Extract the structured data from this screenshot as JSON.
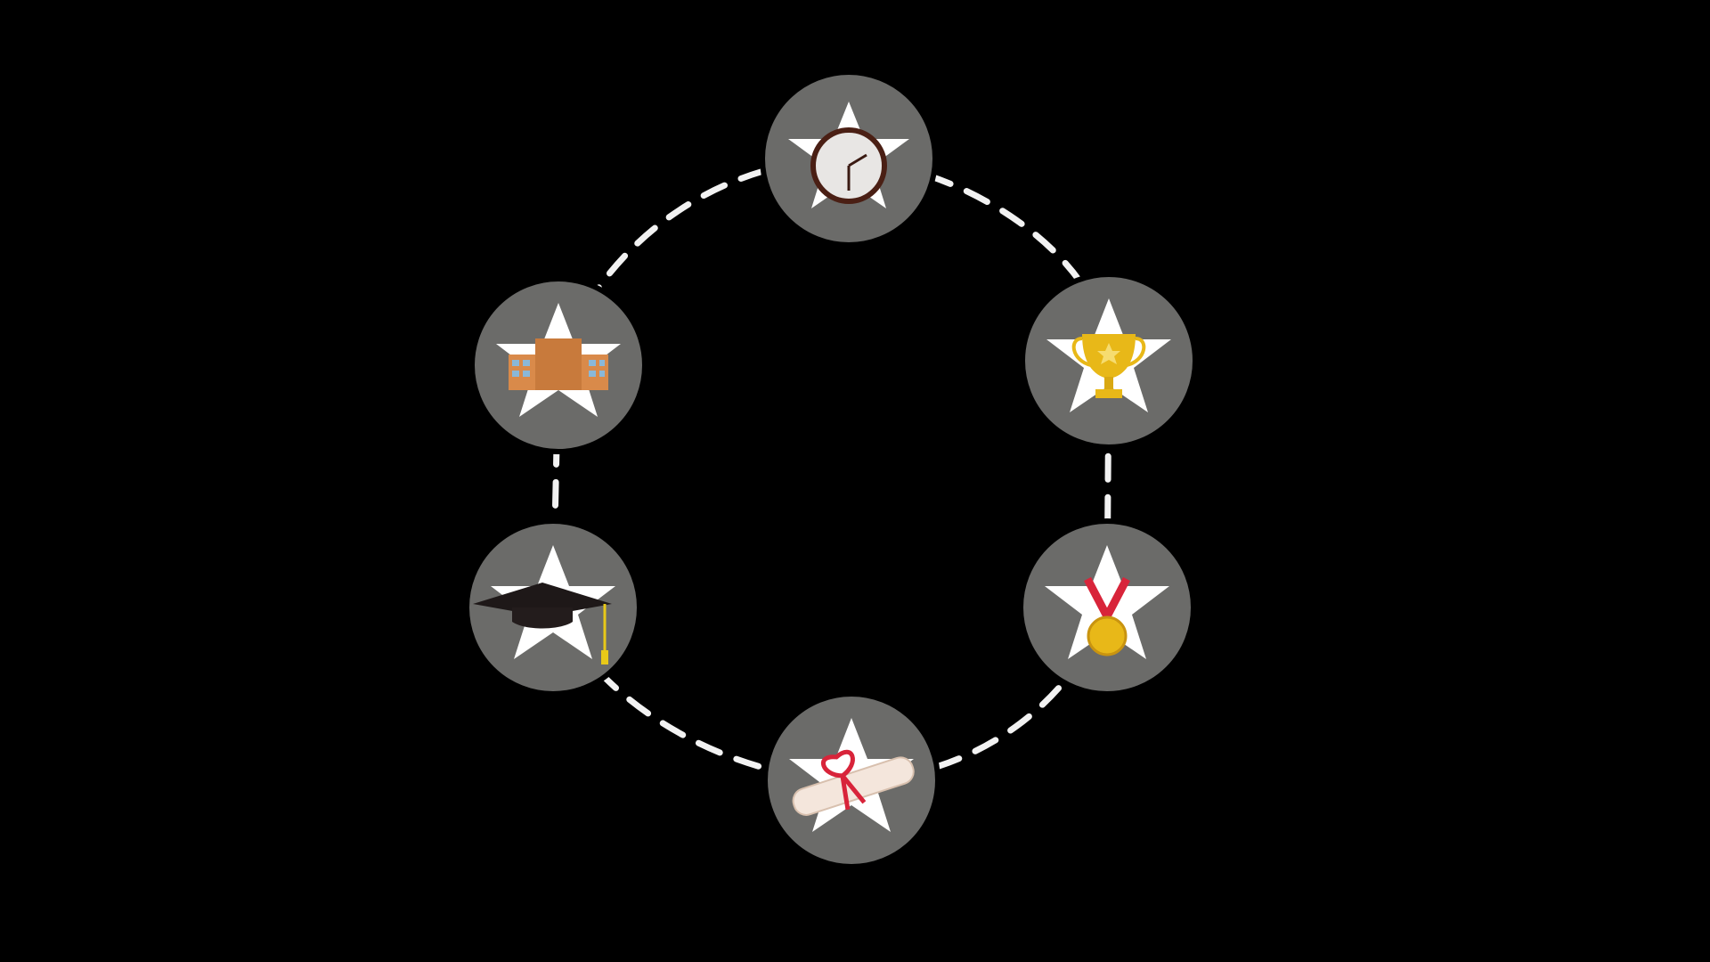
{
  "colors": {
    "background": "#000000",
    "node_fill": "#6b6b69",
    "star": "#ffffff",
    "ring_dash": "#f2f2f2"
  },
  "nodes": [
    {
      "id": "clock",
      "icon": "clock-icon"
    },
    {
      "id": "trophy",
      "icon": "trophy-icon"
    },
    {
      "id": "medal",
      "icon": "medal-icon"
    },
    {
      "id": "diploma",
      "icon": "diploma-scroll-icon"
    },
    {
      "id": "graduation-cap",
      "icon": "graduation-cap-icon"
    },
    {
      "id": "school-building",
      "icon": "school-building-icon"
    }
  ]
}
